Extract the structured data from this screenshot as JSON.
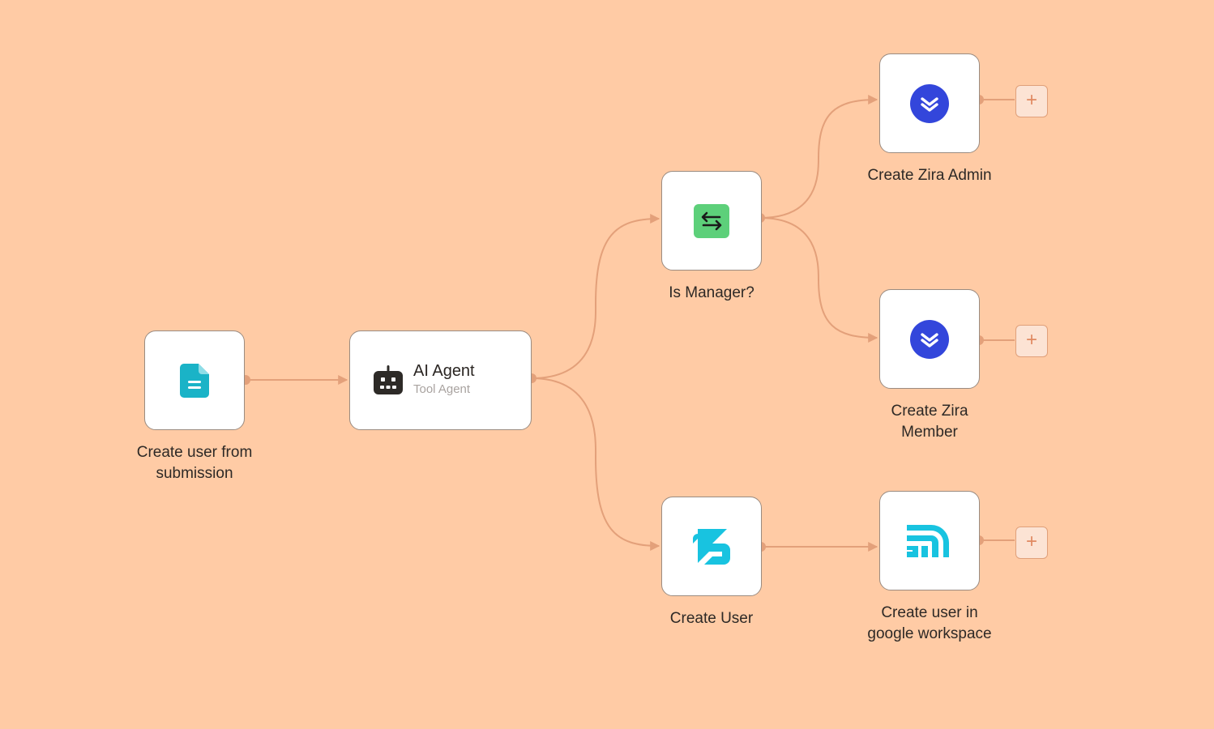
{
  "colors": {
    "background": "#FFCBA5",
    "wire": "#E3A07A",
    "form_icon": "#1AB3C7",
    "switch_icon": "#5DD07A",
    "zira_icon": "#3346DB",
    "teal_icon": "#18C3E0"
  },
  "nodes": {
    "form": {
      "label": "Create user from\nsubmission",
      "icon": "document-icon"
    },
    "agent": {
      "title": "AI Agent",
      "subtitle": "Tool Agent",
      "icon": "robot-icon"
    },
    "manager": {
      "label": "Is Manager?",
      "icon": "switch-arrows-icon"
    },
    "zira_admin": {
      "label": "Create Zira Admin",
      "icon": "zira-chevron-icon"
    },
    "zira_member": {
      "label": "Create Zira\nMember",
      "icon": "zira-chevron-icon"
    },
    "create_user": {
      "label": "Create User",
      "icon": "arrow-box-logo-icon"
    },
    "google": {
      "label": "Create user in\ngoogle workspace",
      "icon": "workspace-logo-icon"
    }
  },
  "add_button": {
    "symbol": "+"
  }
}
